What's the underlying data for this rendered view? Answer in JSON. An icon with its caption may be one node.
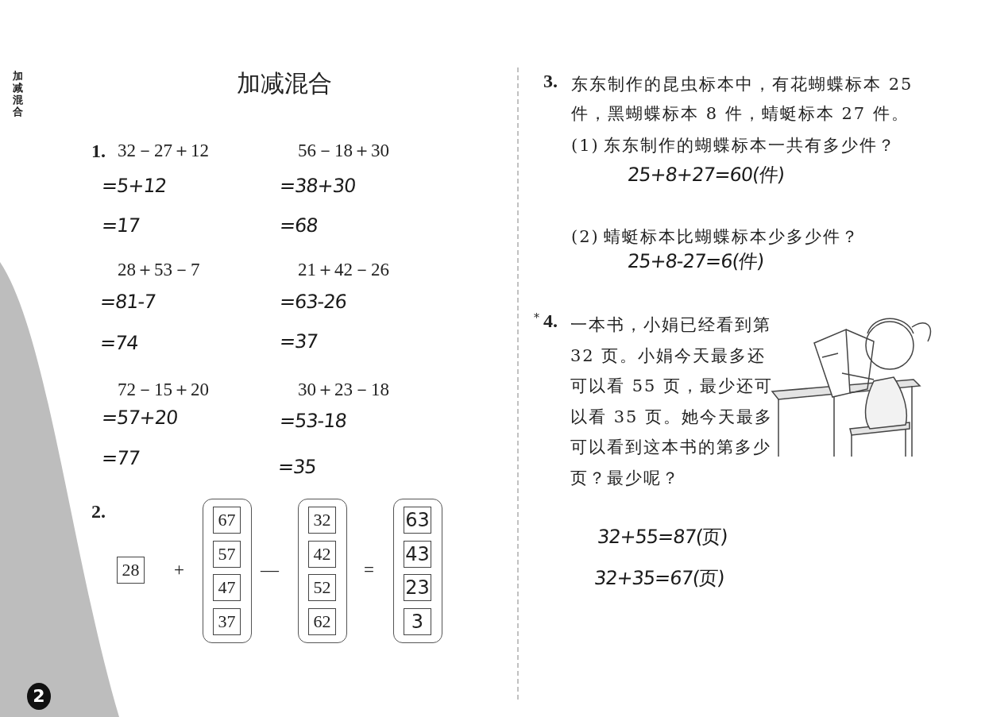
{
  "diagram": {
    "title": "加减混合",
    "nodes": [
      {
        "text": [
          "28"
        ]
      },
      {
        "text": [],
        "shape": "box"
      },
      {
        "text": [
          "67"
        ],
        "in": 1
      },
      {
        "text": [
          "57"
        ],
        "in": 1
      },
      {
        "text": [
          "47"
        ],
        "in": 1
      },
      {
        "text": [
          "37"
        ],
        "in": 1
      },
      {
        "text": [],
        "shape": "box"
      },
      {
        "text": [
          "32"
        ],
        "in": 6
      },
      {
        "text": [
          "42"
        ],
        "in": 6
      },
      {
        "text": [
          "52"
        ],
        "in": 6
      },
      {
        "text": [
          "62"
        ],
        "in": 6
      },
      {
        "text": [],
        "shape": "box"
      },
      {
        "text": [
          "63"
        ],
        "in": 11
      },
      {
        "text": [
          "43"
        ],
        "in": 11
      },
      {
        "text": [
          "23"
        ],
        "in": 11
      },
      {
        "text": [
          "3"
        ],
        "in": 11
      }
    ],
    "labels": [
      "加减混合",
      "1.",
      "32－27＋12",
      "56－18＋30",
      "=5+12",
      "=38+30",
      "=17",
      "=68",
      "28＋53－7",
      "21＋42－26",
      "=81-7",
      "=63-26",
      "=74",
      "=37",
      "72－15＋20",
      "30＋23－18",
      "=57+20",
      "=53-18",
      "=77",
      "=35",
      "2.",
      "+",
      "—",
      "=",
      "3.",
      "东东制作的昆虫标本中，有花蝴蝶标本 25 件，黑蝴蝶标本 8 件，蜻蜓标本 27 件。",
      "(1)",
      "东东制作的蝴蝶标本一共有多少件？",
      "25+8+27=60(件)",
      "(2)",
      "蜻蜓标本比蝴蝶标本少多少件？",
      "25+8-27=6(件)",
      "*",
      "4.",
      "一本书，小娟已经看到第 32 页。小娟今天最多还可以看 55 页，最少还可以看 35 页。她今天最多可以看到这本书的第多少页？最少呢？",
      "32+55=87(页)",
      "32+35=67(页)",
      "2"
    ]
  }
}
